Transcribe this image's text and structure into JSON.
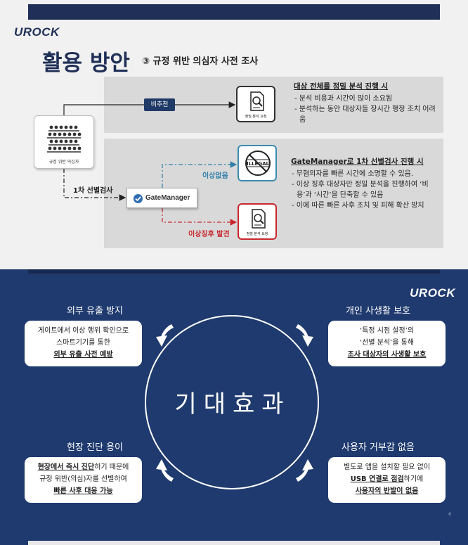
{
  "slide1": {
    "logo": "UROCK",
    "title": "활용 방안",
    "subtitle": "③ 규정 위반 의심자 사전 조사",
    "people_label": "규정 위반 의심자",
    "tag_nonrecommended": "비추천",
    "doc1_label": "정밀 분석 요청",
    "doc3_label": "정밀 분석 요청",
    "illegal_text": "ILLEGAL",
    "gatemanager": "GateManager",
    "label_screening": "1차 선별검사",
    "label_normal": "이상없음",
    "label_suspicious": "이상징후 발견",
    "info1": {
      "heading": "대상 전체를 정밀 분석 진행 시",
      "items": [
        "- 분석 비용과 시간이 많이 소요됨",
        "- 분석하는 동안 대상자들 장시간 행정 조치 어려움"
      ]
    },
    "info2": {
      "heading": "GateManager로 1차 선별검사 진행 시",
      "items": [
        "- 무혐의자를 빠른 시간에 소명할 수 있음.",
        "- 이상 징후 대상자만 정밀 분석을 진행하여 ‘비용’과 ‘시간’을 단축할 수 있음",
        "- 이에 따른 빠른 사후 조치 및 피해 확산 방지"
      ]
    }
  },
  "slide2": {
    "logo": "UROCK",
    "center": "기대효과",
    "page_number": "6",
    "q1": {
      "title": "외부 유출 방지",
      "line1": "게이트에서  이상 행위 확인으로",
      "line2": "스마트기기를 통한",
      "line3": "외부 유출 사전 예방"
    },
    "q2": {
      "title": "개인 사생활 보호",
      "line1": "‘특정 시점 설정’의",
      "line2": "‘선별 분석’을 통해",
      "line3": "조사 대상자의 사생활 보호"
    },
    "q3": {
      "title": "현장 진단 용이",
      "line1_bold": "현장에서 즉시 진단",
      "line1_rest": "하기 때문에",
      "line2": "규정 위반(의심)자를 선별하여",
      "line3": "빠른 사후 대응 가능"
    },
    "q4": {
      "title": "사용자 거부감 없음",
      "line1": "별도로 앱을 설치할 필요 없이",
      "line2_bold": "USB 연결로 점검",
      "line2_rest": "하기에",
      "line3": "사용자의 반발이 없음"
    }
  }
}
